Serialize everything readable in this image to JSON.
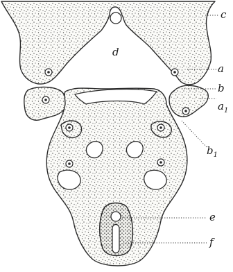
{
  "labels": {
    "a": "a",
    "a1_base": "a",
    "a1_sub": "1",
    "b": "b",
    "b1_base": "b",
    "b1_sub": "1",
    "c": "c",
    "d": "d",
    "e": "e",
    "f": "f"
  },
  "colors": {
    "ink": "#2a2a2a",
    "stipple": "#555555",
    "paper": "#ffffff"
  }
}
